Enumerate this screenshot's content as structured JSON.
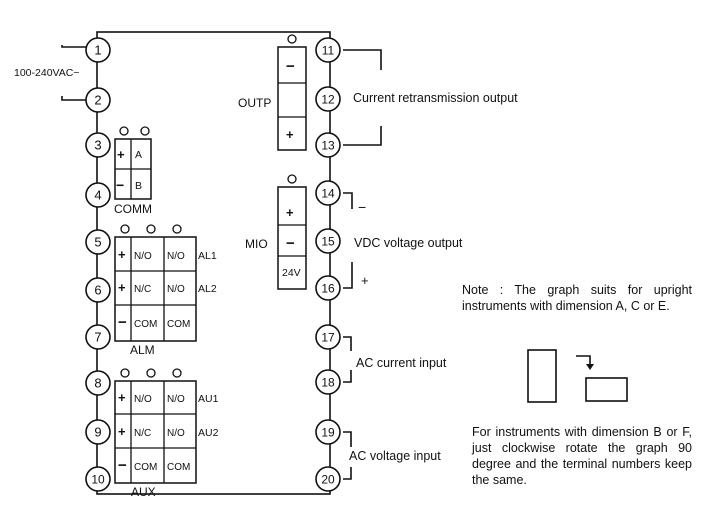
{
  "terminals": [
    "1",
    "2",
    "3",
    "4",
    "5",
    "6",
    "7",
    "8",
    "9",
    "10",
    "11",
    "12",
    "13",
    "14",
    "15",
    "16",
    "17",
    "18",
    "19",
    "20"
  ],
  "power_label": "100-240VAC~",
  "comm": {
    "title": "COMM",
    "plus": "+",
    "minus": "−",
    "a": "A",
    "b": "B"
  },
  "alm": {
    "title": "ALM",
    "rows": [
      {
        "sign": "+",
        "c1": "N/O",
        "c2": "N/O",
        "tag": "AL1"
      },
      {
        "sign": "+",
        "c1": "N/C",
        "c2": "N/O",
        "tag": "AL2"
      },
      {
        "sign": "−",
        "c1": "COM",
        "c2": "COM",
        "tag": ""
      }
    ]
  },
  "aux": {
    "title": "AUX",
    "rows": [
      {
        "sign": "+",
        "c1": "N/O",
        "c2": "N/O",
        "tag": "AU1"
      },
      {
        "sign": "+",
        "c1": "N/C",
        "c2": "N/O",
        "tag": "AU2"
      },
      {
        "sign": "−",
        "c1": "COM",
        "c2": "COM",
        "tag": ""
      }
    ]
  },
  "outp": {
    "title": "OUTP",
    "minus": "−",
    "plus": "+"
  },
  "mio": {
    "title": "MIO",
    "plus": "+",
    "minus": "−",
    "v": "24V"
  },
  "labels": {
    "retrans": "Current retransmission output",
    "vdc": "VDC voltage output",
    "vdc_minus": "−",
    "vdc_plus": "+",
    "ac_current": "AC current input",
    "ac_voltage": "AC voltage input"
  },
  "note1": "Note : The graph suits for upright instruments with dimension A, C or E.",
  "note2": "For instruments with dimension B or F, just clockwise rotate the graph 90 degree and the terminal numbers keep the same."
}
